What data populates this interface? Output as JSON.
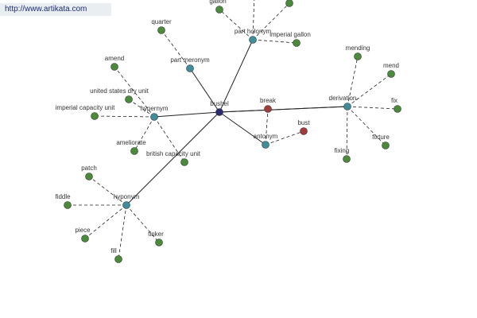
{
  "site": {
    "url": "http://www.artikata.com"
  },
  "colors": {
    "center": "#2b2b6f",
    "relation": "#3f8d9b",
    "leaf": "#4a8a3a",
    "antonym": "#a23b3b",
    "edge": "#222222"
  },
  "graph": {
    "center": {
      "id": "bushel",
      "label": "bushel"
    },
    "relations": [
      {
        "id": "hypernym",
        "label": "hypernym",
        "children": [
          "amend",
          "united states dry unit",
          "imperial capacity unit",
          "ameliorate",
          "british capacity unit"
        ]
      },
      {
        "id": "part-meronym",
        "label": "part meronym",
        "children": [
          "quarter"
        ]
      },
      {
        "id": "part-holonym",
        "label": "part holonym",
        "children": [
          "gallon",
          "imperial gallon"
        ]
      },
      {
        "id": "derivation",
        "label": "derivation",
        "children": [
          "mending",
          "mend",
          "fix",
          "fixture",
          "fixing"
        ]
      },
      {
        "id": "antonym",
        "label": "antonym",
        "children": [
          "break",
          "bust"
        ]
      },
      {
        "id": "hyponym",
        "label": "hyponym",
        "children": [
          "patch",
          "fiddle",
          "piece",
          "fill",
          "tinker"
        ]
      }
    ]
  }
}
